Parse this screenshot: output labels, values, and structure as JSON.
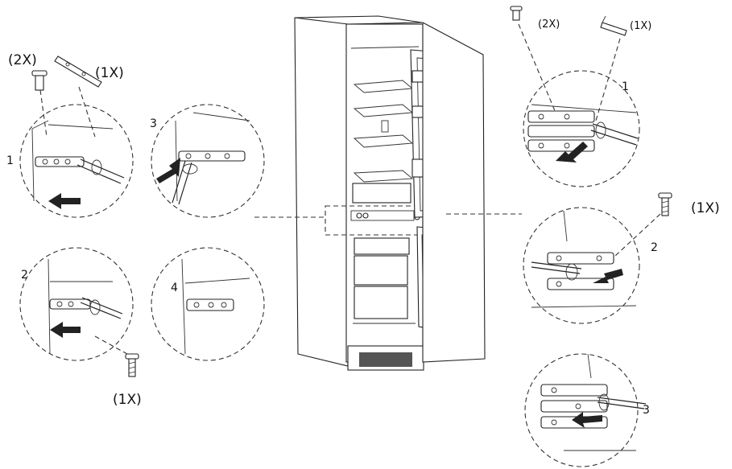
{
  "labels": {
    "left_screw_qty": "(2X)",
    "left_bracket_qty": "(1X)",
    "right_screw_qty": "(2X)",
    "right_bracket_qty": "(1X)",
    "right_mid_screw_qty": "(1X)",
    "left_bottom_screw_qty": "(1X)"
  },
  "steps": {
    "left_top": "1",
    "left_mid": "3",
    "left_bottom": "2",
    "left_bottom_mid": "4",
    "right_top": "1",
    "right_mid": "2",
    "right_bottom": "3"
  }
}
